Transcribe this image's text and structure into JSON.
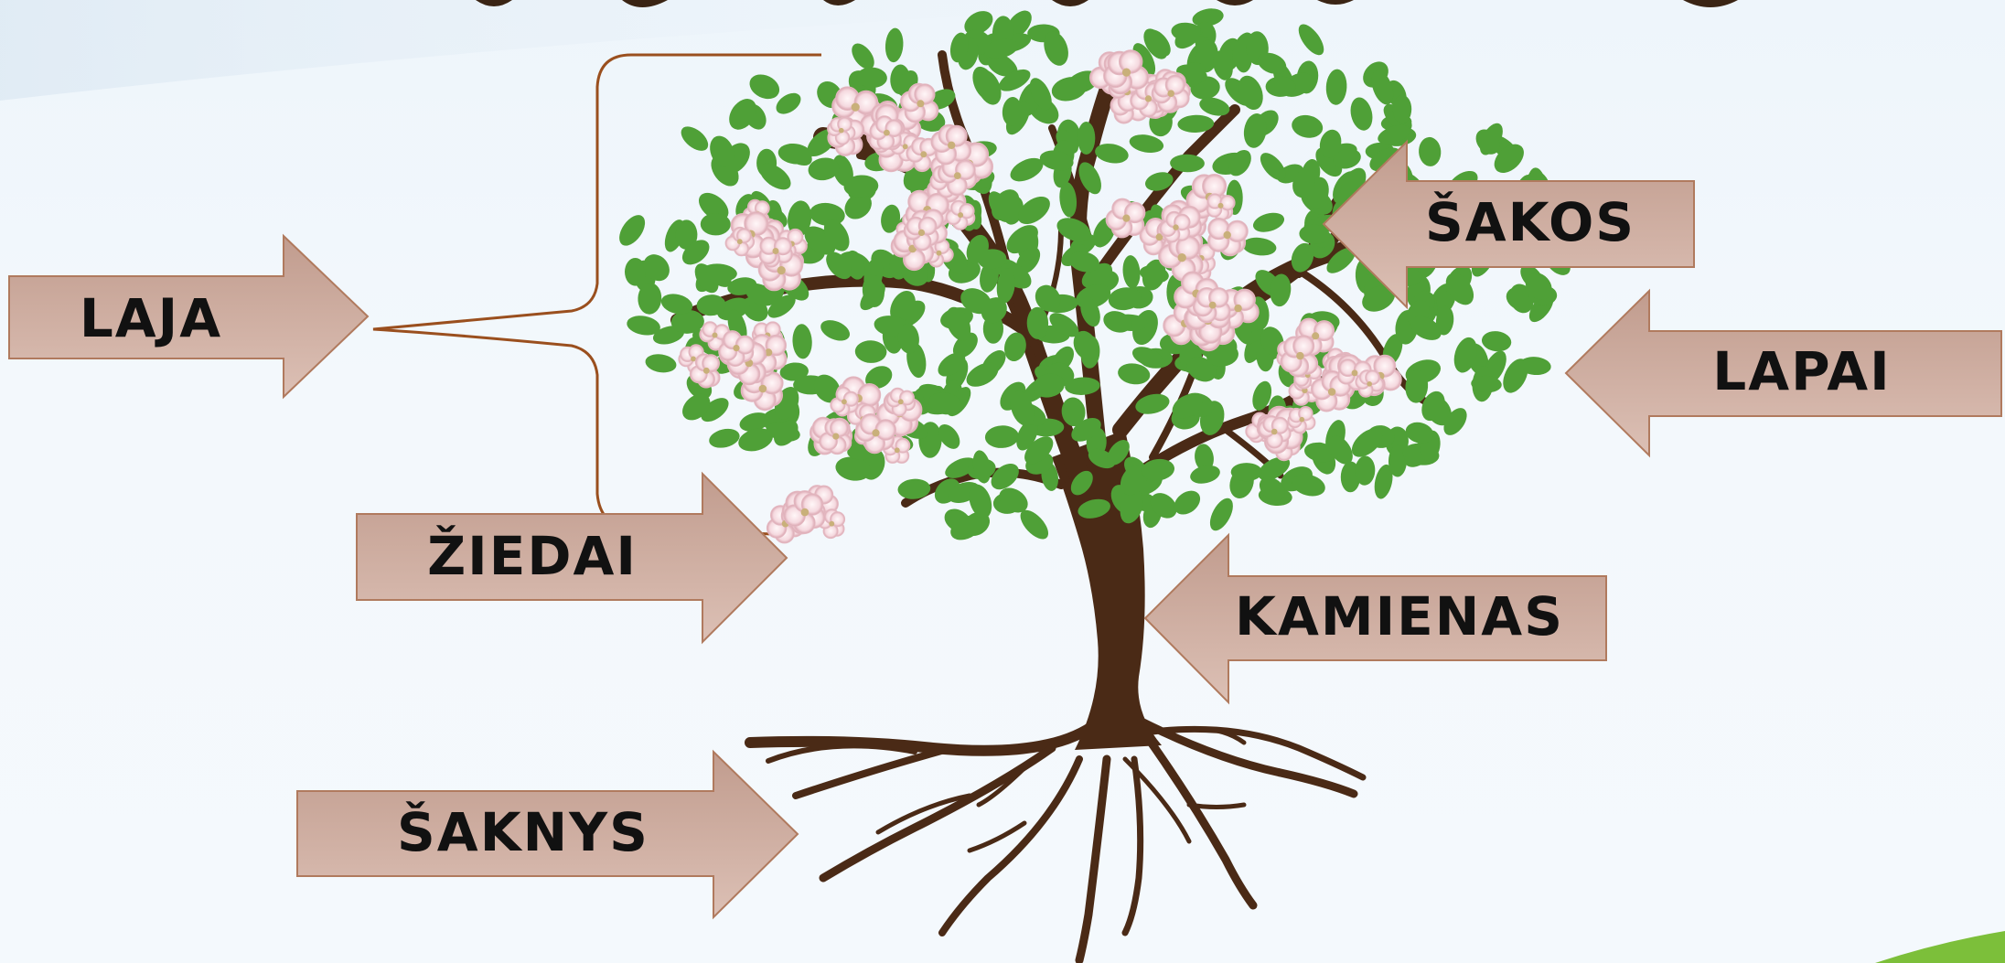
{
  "labels": {
    "laja": "LAJA",
    "sakos": "ŠAKOS",
    "lapai": "LAPAI",
    "ziedai": "ŽIEDAI",
    "kamienas": "KAMIENAS",
    "saknys": "ŠAKNYS"
  },
  "colors": {
    "arrow_fill_top": "#c4a194",
    "arrow_fill_bottom": "#ddc0b5",
    "arrow_stroke": "#b07a5e",
    "bracket": "#9a4f1e",
    "trunk": "#4a2a16",
    "leaf": "#4fa037",
    "blossom": "#f6dde2",
    "blossom_center": "#c9b07a",
    "ground": "#7cbf3a"
  }
}
